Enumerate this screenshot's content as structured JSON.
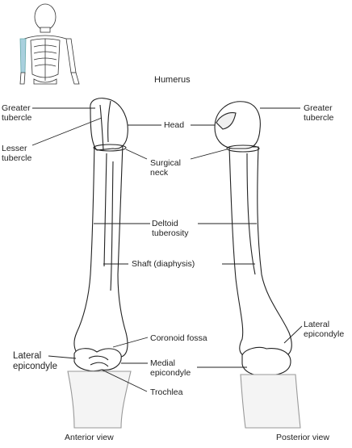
{
  "title": "Humerus",
  "views": {
    "anterior": "Anterior view",
    "posterior": "Posterior view"
  },
  "labels": {
    "greater_tubercle_left": "Greater\ntubercle",
    "lesser_tubercle": "Lesser\ntubercle",
    "head": "Head",
    "greater_tubercle_right": "Greater\ntubercle",
    "surgical_neck": "Surgical\nneck",
    "deltoid_tuberosity": "Deltoid\ntuberosity",
    "shaft": "Shaft (diaphysis)",
    "lateral_epicondyle_right": "Lateral\nepicondyle",
    "coronoid_fossa": "Coronoid fossa",
    "lateral_epicondyle_left": "Lateral\nepicondyle",
    "medial_epicondyle": "Medial\nepicondyle",
    "trochlea": "Trochlea"
  },
  "colors": {
    "line": "#222222",
    "bone_fill": "#ffffff",
    "highlight": "#a9d0de",
    "shade": "#cfcfcf"
  }
}
